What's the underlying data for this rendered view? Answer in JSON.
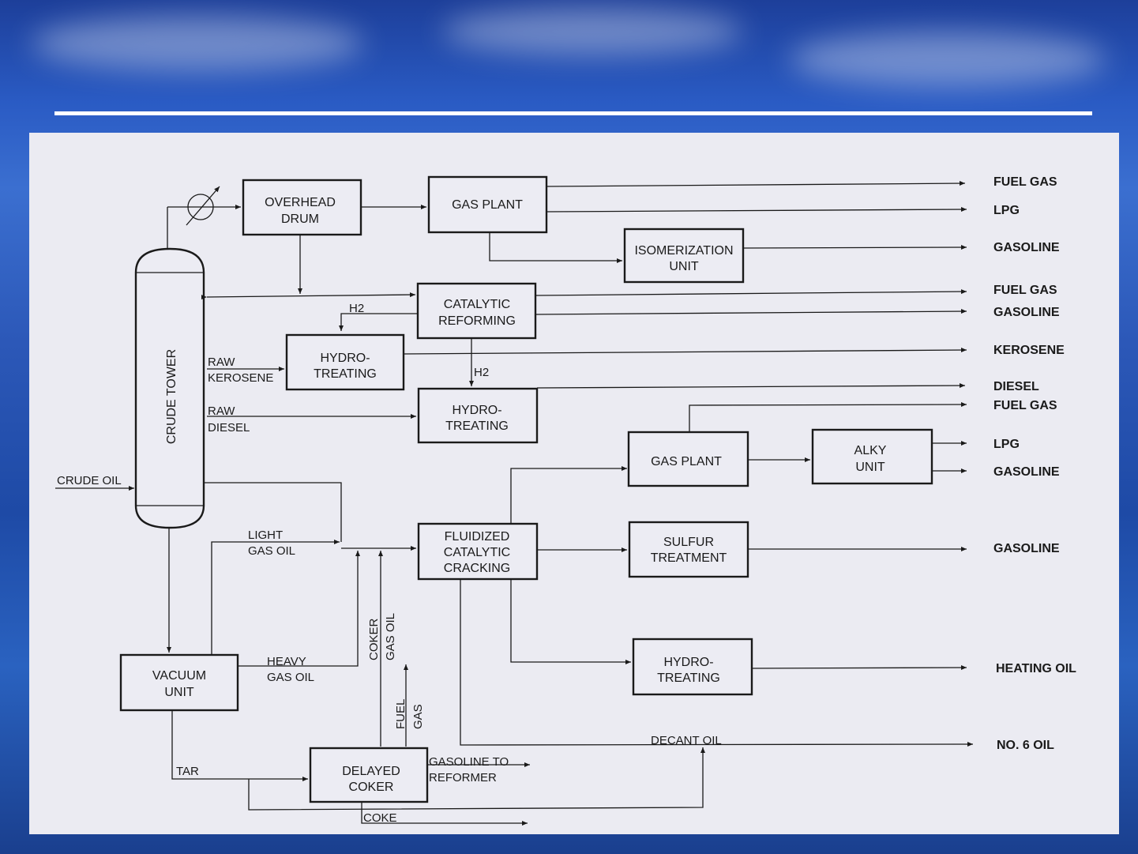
{
  "diagram": {
    "units": {
      "overhead_drum": [
        "OVERHEAD",
        "DRUM"
      ],
      "gas_plant_1": [
        "GAS PLANT"
      ],
      "isomerization": [
        "ISOMERIZATION",
        "UNIT"
      ],
      "catalytic_reforming": [
        "CATALYTIC",
        "REFORMING"
      ],
      "hydrotreating_1": [
        "HYDRO-",
        "TREATING"
      ],
      "hydrotreating_2": [
        "HYDRO-",
        "TREATING"
      ],
      "gas_plant_2": [
        "GAS PLANT"
      ],
      "alky_unit": [
        "ALKY",
        "UNIT"
      ],
      "fcc": [
        "FLUIDIZED",
        "CATALYTIC",
        "CRACKING"
      ],
      "sulfur_treatment": [
        "SULFUR",
        "TREATMENT"
      ],
      "hydrotreating_3": [
        "HYDRO-",
        "TREATING"
      ],
      "vacuum_unit": [
        "VACUUM",
        "UNIT"
      ],
      "delayed_coker": [
        "DELAYED",
        "COKER"
      ],
      "crude_tower": "CRUDE TOWER"
    },
    "stream_labels": {
      "h2_a": "H2",
      "h2_b": "H2",
      "raw_kerosene": [
        "RAW",
        "KEROSENE"
      ],
      "raw_diesel": [
        "RAW",
        "DIESEL"
      ],
      "crude_oil": "CRUDE OIL",
      "light_gas_oil": [
        "LIGHT",
        "GAS OIL"
      ],
      "heavy_gas_oil": [
        "HEAVY",
        "GAS OIL"
      ],
      "coker_gas_oil": [
        "COKER",
        "GAS OIL"
      ],
      "fuel_gas_vertical": [
        "FUEL",
        "GAS"
      ],
      "tar": "TAR",
      "gasoline_to_reformer": [
        "GASOLINE TO",
        "REFORMER"
      ],
      "coke": "COKE",
      "decant_oil": "DECANT OIL"
    },
    "products": [
      "FUEL GAS",
      "LPG",
      "GASOLINE",
      "FUEL GAS",
      "GASOLINE",
      "KEROSENE",
      "DIESEL",
      "FUEL GAS",
      "LPG",
      "GASOLINE",
      "GASOLINE",
      "HEATING OIL",
      "NO. 6 OIL"
    ]
  }
}
